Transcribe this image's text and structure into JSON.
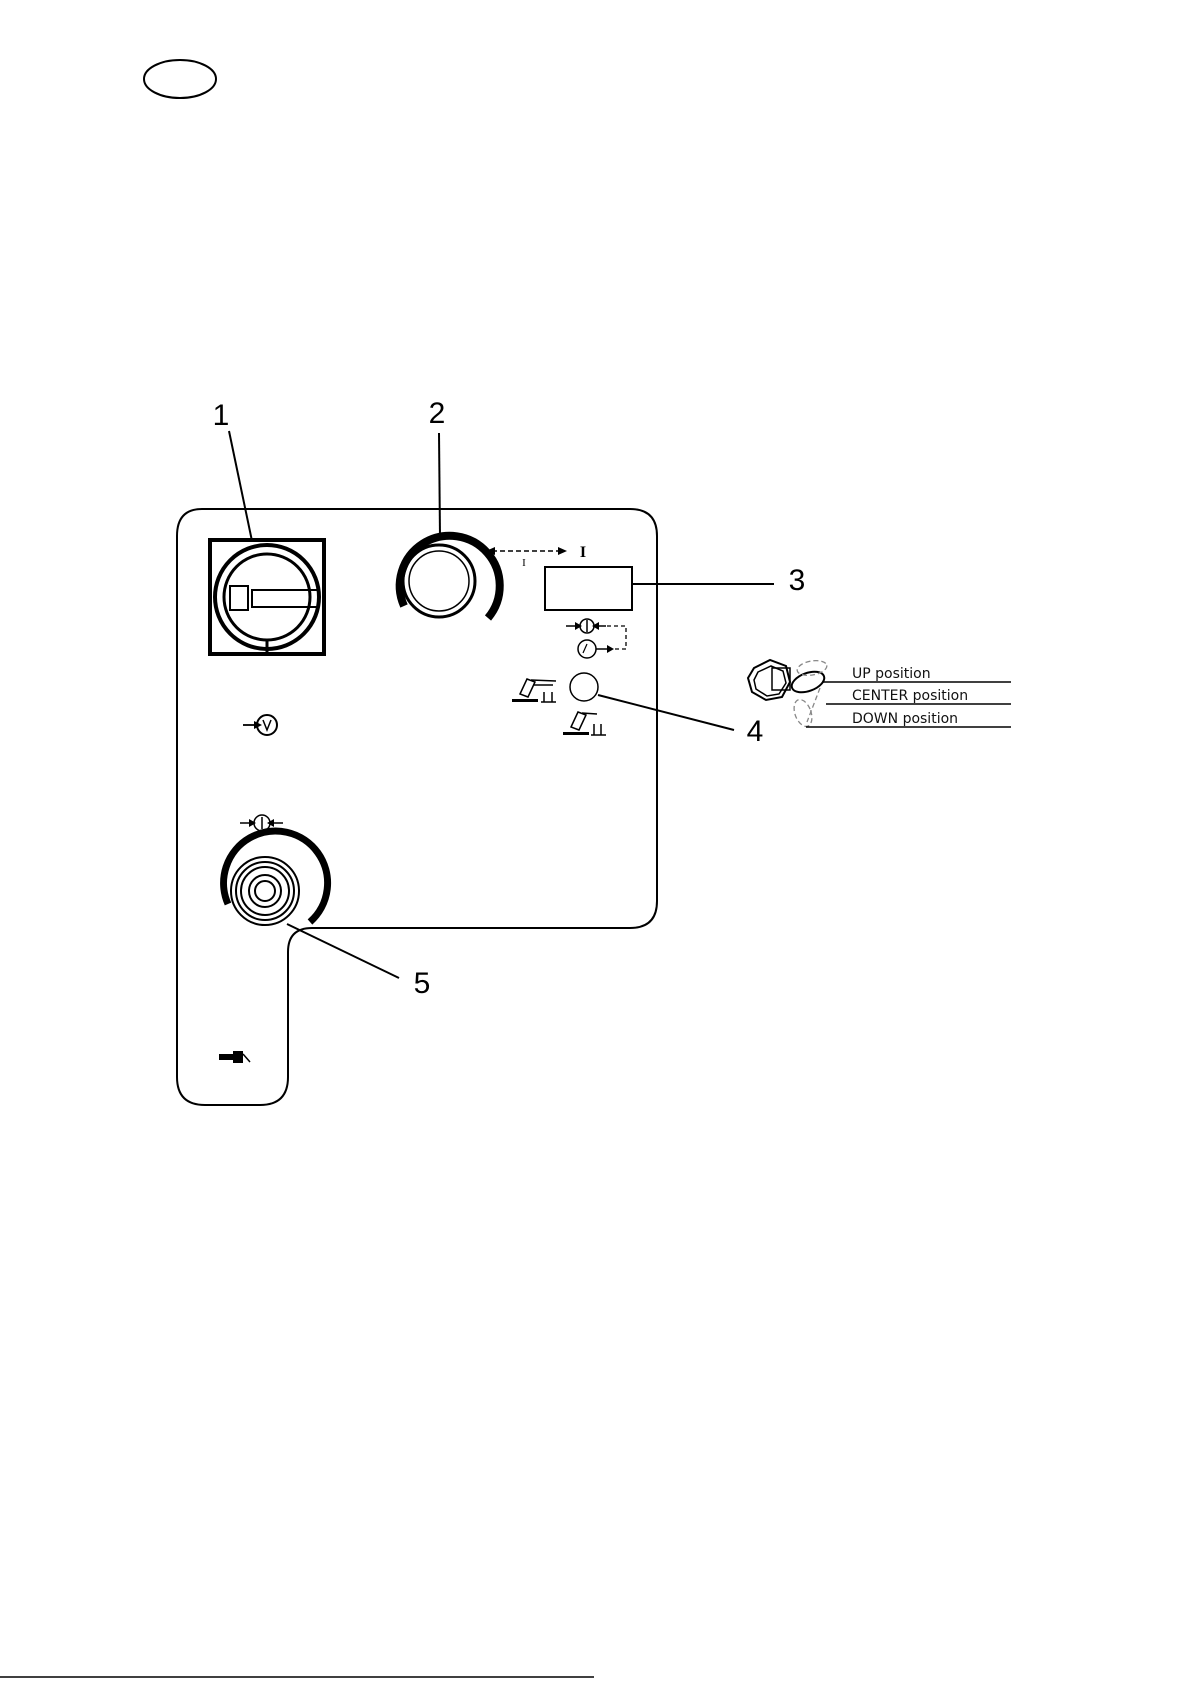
{
  "callouts": {
    "c1": "1",
    "c2": "2",
    "c3": "3",
    "c4": "4",
    "c5": "5"
  },
  "knob": {
    "range_left": "I",
    "range_right": "I"
  },
  "toggle": {
    "up": "UP position",
    "center": "CENTER position",
    "down": "DOWN position"
  },
  "icons": {
    "header_badge": "oval-badge-icon",
    "main_switch": "rotary-main-switch-icon",
    "voltage_input": "voltage-input-icon",
    "gas_connector": "gas-connector-icon",
    "torch_2t": "torch-2t-icon",
    "torch_4t": "torch-4t-icon",
    "cable_plug": "cable-plug-icon"
  },
  "colors": {
    "ink": "#000000",
    "dashed_toggle": "#888888"
  }
}
